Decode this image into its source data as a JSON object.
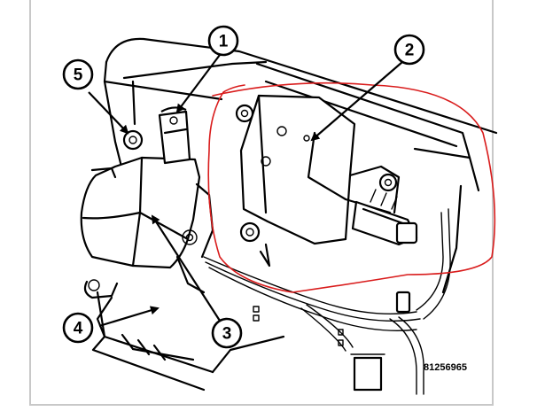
{
  "figure": {
    "callouts": [
      {
        "id": "callout-1",
        "label": "1"
      },
      {
        "id": "callout-2",
        "label": "2"
      },
      {
        "id": "callout-3",
        "label": "3"
      },
      {
        "id": "callout-4",
        "label": "4"
      },
      {
        "id": "callout-5",
        "label": "5"
      }
    ],
    "figure_number": "81256965",
    "annotation_color": "#d91c1c",
    "line_color": "#000000",
    "frame_color": "#c8c8c8"
  }
}
